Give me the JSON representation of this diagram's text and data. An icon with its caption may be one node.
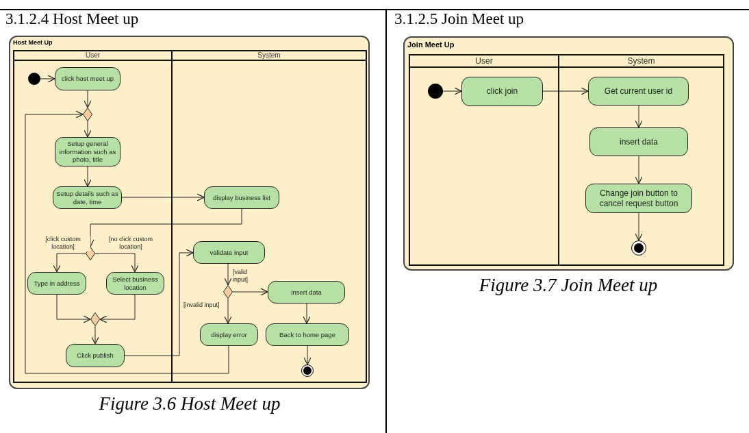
{
  "diagram": {
    "nodes": [
      {
        "text": [
          "Host Meet Up"
        ]
      },
      {
        "text": [
          "User"
        ],
        "in": 0
      },
      {
        "text": [
          "System"
        ],
        "in": 0
      },
      {
        "text": [],
        "shape": "circle",
        "in": 1
      },
      {
        "text": [
          "click host meet up"
        ],
        "in": 1
      },
      {
        "text": [],
        "shape": "diamond",
        "in": 1
      },
      {
        "text": [
          "Setup general information such as photo, title"
        ],
        "in": 1
      },
      {
        "text": [
          "Setup details such as date, time"
        ],
        "in": 1
      },
      {
        "text": [
          "display business list"
        ],
        "in": 2
      },
      {
        "text": [],
        "shape": "diamond",
        "in": 1
      },
      {
        "text": [
          "Type in address"
        ],
        "in": 1
      },
      {
        "text": [
          "Select business location"
        ],
        "in": 1
      },
      {
        "text": [],
        "shape": "diamond",
        "in": 1
      },
      {
        "text": [
          "Click publish"
        ],
        "in": 1
      },
      {
        "text": [
          "validate input"
        ],
        "in": 2
      },
      {
        "text": [],
        "shape": "diamond",
        "in": 2
      },
      {
        "text": [
          "insert data"
        ],
        "in": 2
      },
      {
        "text": [
          "display error"
        ],
        "in": 2
      },
      {
        "text": [
          "Back to home page"
        ],
        "in": 2
      },
      {
        "text": [],
        "shape": "bullseye",
        "in": 2
      },
      {
        "text": [
          "Join Meet Up"
        ]
      },
      {
        "text": [
          "User"
        ],
        "in": 20
      },
      {
        "text": [
          "System"
        ],
        "in": 20
      },
      {
        "text": [],
        "shape": "circle",
        "in": 21
      },
      {
        "text": [
          "click join"
        ],
        "in": 21
      },
      {
        "text": [
          "Get current user id"
        ],
        "in": 22
      },
      {
        "text": [
          "insert data"
        ],
        "in": 22
      },
      {
        "text": [
          "Change join button to cancel request button"
        ],
        "in": 22
      },
      {
        "text": [],
        "shape": "bullseye",
        "in": 22
      }
    ],
    "edges": [
      {
        "from": 3,
        "to": 4,
        "arrow": "to"
      },
      {
        "from": 4,
        "to": 5,
        "arrow": "to"
      },
      {
        "from": 5,
        "to": 6,
        "arrow": "to"
      },
      {
        "from": 6,
        "to": 7,
        "arrow": "to"
      },
      {
        "from": 7,
        "to": 8,
        "arrow": "to"
      },
      {
        "from": 8,
        "to": 9,
        "arrow": "to"
      },
      {
        "from": 9,
        "to": 10,
        "arrow": "to",
        "label": "[click custom location]"
      },
      {
        "from": 9,
        "to": 11,
        "arrow": "to",
        "label": "[no click custom location]"
      },
      {
        "from": 10,
        "to": 12,
        "arrow": "to"
      },
      {
        "from": 11,
        "to": 12,
        "arrow": "to"
      },
      {
        "from": 12,
        "to": 13,
        "arrow": "to"
      },
      {
        "from": 13,
        "to": 14,
        "arrow": "to"
      },
      {
        "from": 14,
        "to": 15,
        "arrow": "to"
      },
      {
        "from": 15,
        "to": 16,
        "arrow": "to",
        "label": "[valid input]"
      },
      {
        "from": 15,
        "to": 17,
        "arrow": "to",
        "label": "[invalid input]"
      },
      {
        "from": 16,
        "to": 18,
        "arrow": "to"
      },
      {
        "from": 18,
        "to": 19,
        "arrow": "to"
      },
      {
        "from": 17,
        "to": 5,
        "arrow": "to"
      },
      {
        "from": 23,
        "to": 24,
        "arrow": "to"
      },
      {
        "from": 24,
        "to": 25,
        "arrow": "to"
      },
      {
        "from": 25,
        "to": 26,
        "arrow": "to"
      },
      {
        "from": 26,
        "to": 27,
        "arrow": "to"
      },
      {
        "from": 27,
        "to": 28,
        "arrow": "to"
      }
    ],
    "labels": [
      "3.1.2.4 Host Meet up",
      "3.1.2.5 Join Meet up",
      "Figure 3.6 Host Meet up",
      "Figure 3.7 Join Meet up"
    ]
  }
}
